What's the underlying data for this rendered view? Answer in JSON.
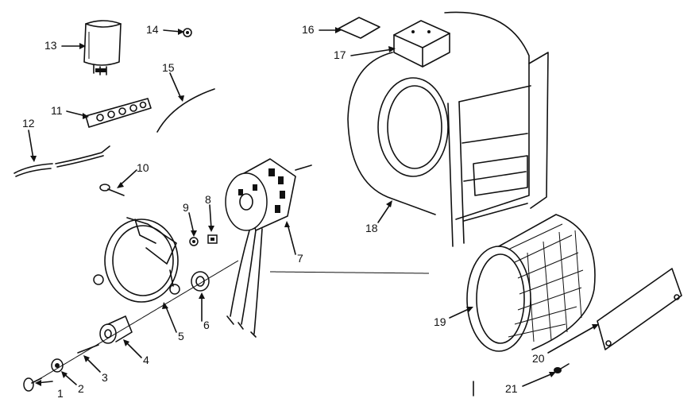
{
  "callouts": {
    "c1": "1",
    "c2": "2",
    "c3": "3",
    "c4": "4",
    "c5": "5",
    "c6": "6",
    "c7": "7",
    "c8": "8",
    "c9": "9",
    "c10": "10",
    "c11": "11",
    "c12": "12",
    "c13": "13",
    "c14": "14",
    "c15": "15",
    "c16": "16",
    "c17": "17",
    "c18": "18",
    "c19": "19",
    "c20": "20",
    "c21": "21"
  },
  "colors": {
    "ink": "#111111",
    "paper": "#ffffff"
  }
}
